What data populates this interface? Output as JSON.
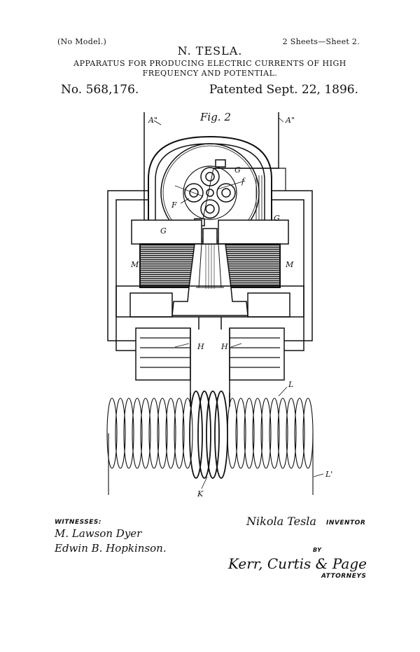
{
  "header": {
    "no_model": "(No Model.)",
    "sheets": "2 Sheets—Sheet 2.",
    "inventor": "N. TESLA.",
    "title_line1": "APPARATUS FOR PRODUCING ELECTRIC CURRENTS OF HIGH",
    "title_line2": "FREQUENCY AND POTENTIAL.",
    "patent_no": "No. 568,176.",
    "patent_date": "Patented Sept. 22, 1896."
  },
  "figure": {
    "fig_label": "Fig. 2",
    "labels": {
      "A_left": "A\"",
      "A_right": "A\"",
      "G_top": "G",
      "f": "f",
      "F": "F",
      "G_left": "G",
      "G_right": "G",
      "M_left": "M",
      "M_right": "M",
      "H_left": "H",
      "H_right": "H",
      "L": "L",
      "L_prime": "L'",
      "K": "K"
    }
  },
  "footer": {
    "witnesses_label": "WITNESSES:",
    "witness1": "M. Lawson Dyer",
    "witness2": "Edwin B. Hopkinson.",
    "inventor_signature": "Nikola Tesla",
    "inventor_label": "INVENTOR",
    "by_label": "BY",
    "attorney_signature": "Kerr, Curtis & Page",
    "attorneys_label": "ATTORNEYS"
  }
}
